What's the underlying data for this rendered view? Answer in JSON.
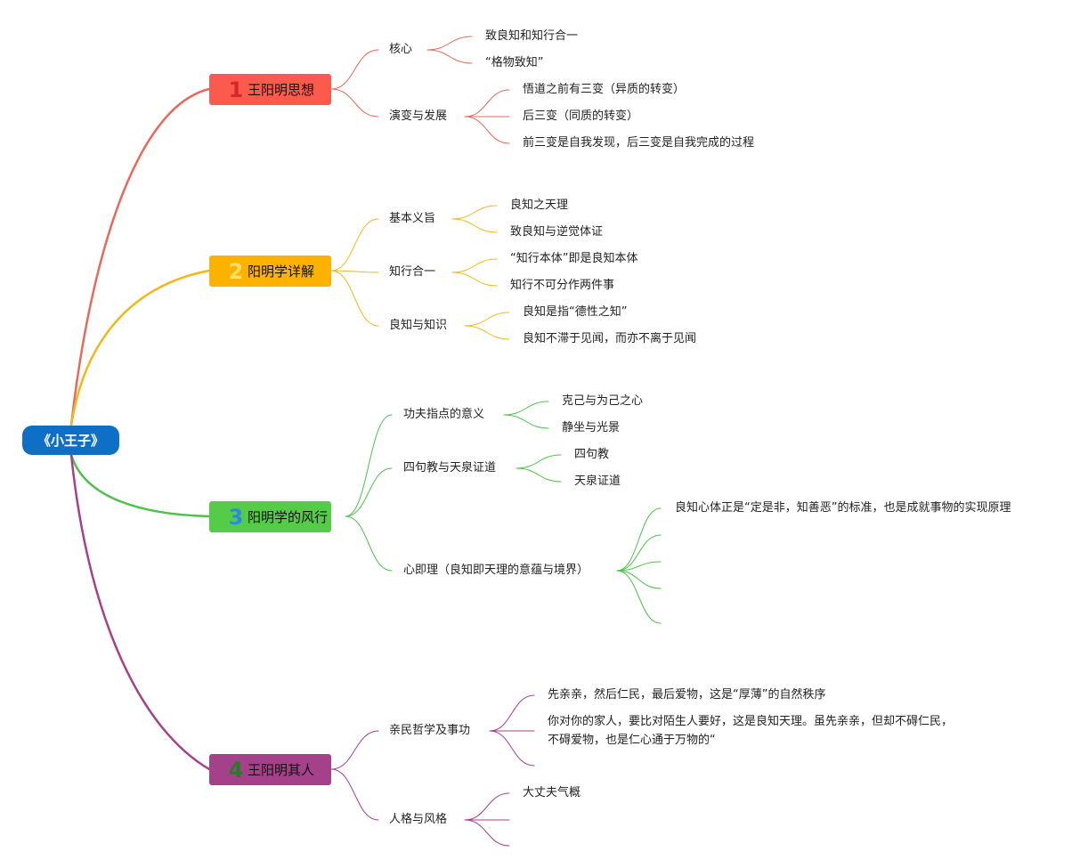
{
  "root": {
    "label": "《小王子》"
  },
  "colors": {
    "b1": "#e66a5a",
    "b2": "#f1b81c",
    "b3": "#4cc24a",
    "b4": "#a5408b",
    "root_bg": "#0f6fc6"
  },
  "branches": [
    {
      "num": "1",
      "num_color": "#d9262b",
      "bg": "#fd5a4e",
      "label": "王阳明思想",
      "subs": [
        {
          "label": "核心",
          "leaves": [
            "致良知和知行合一",
            "“格物致知”"
          ]
        },
        {
          "label": "演变与发展",
          "leaves": [
            "悟道之前有三变（异质的转变）",
            "后三变（同质的转变）",
            "前三变是自我发现，后三变是自我完成的过程"
          ]
        }
      ]
    },
    {
      "num": "2",
      "num_color": "#ffe066",
      "bg": "#fdb200",
      "label": "阳明学详解",
      "subs": [
        {
          "label": "基本义旨",
          "leaves": [
            "良知之天理",
            "致良知与逆觉体证"
          ]
        },
        {
          "label": "知行合一",
          "leaves": [
            "“知行本体”即是良知本体",
            "知行不可分作两件事"
          ]
        },
        {
          "label": "良知与知识",
          "leaves": [
            "良知是指“德性之知”",
            "良知不滞于见闻，而亦不离于见闻"
          ]
        }
      ]
    },
    {
      "num": "3",
      "num_color": "#2d8ae0",
      "bg": "#55cc47",
      "label": "阳明学的风行",
      "subs": [
        {
          "label": "功夫指点的意义",
          "leaves": [
            "克己与为己之心",
            "静坐与光景"
          ]
        },
        {
          "label": "四句教与天泉证道",
          "leaves": [
            "四句教",
            "天泉证道"
          ]
        },
        {
          "label": "心即理（良知即天理的意蕴与境界）",
          "leaves": [
            "良知心体正是“定是非，知善恶”的标准，也是成就事物的实现原理",
            "",
            "",
            "",
            ""
          ]
        }
      ]
    },
    {
      "num": "4",
      "num_color": "#2a7a2a",
      "bg": "#a5408b",
      "label": "王阳明其人",
      "subs": [
        {
          "label": "亲民哲学及事功",
          "leaves": [
            "先亲亲，然后仁民，最后爱物，这是“厚薄”的自然秩序",
            "你对你的家人，要比对陌生人要好，这是良知天理。虽先亲亲，但却不碍仁民，\n不碍爱物，也是仁心通于万物的“",
            ""
          ]
        },
        {
          "label": "人格与风格",
          "leaves": [
            "大丈夫气概",
            "",
            ""
          ]
        }
      ]
    }
  ]
}
